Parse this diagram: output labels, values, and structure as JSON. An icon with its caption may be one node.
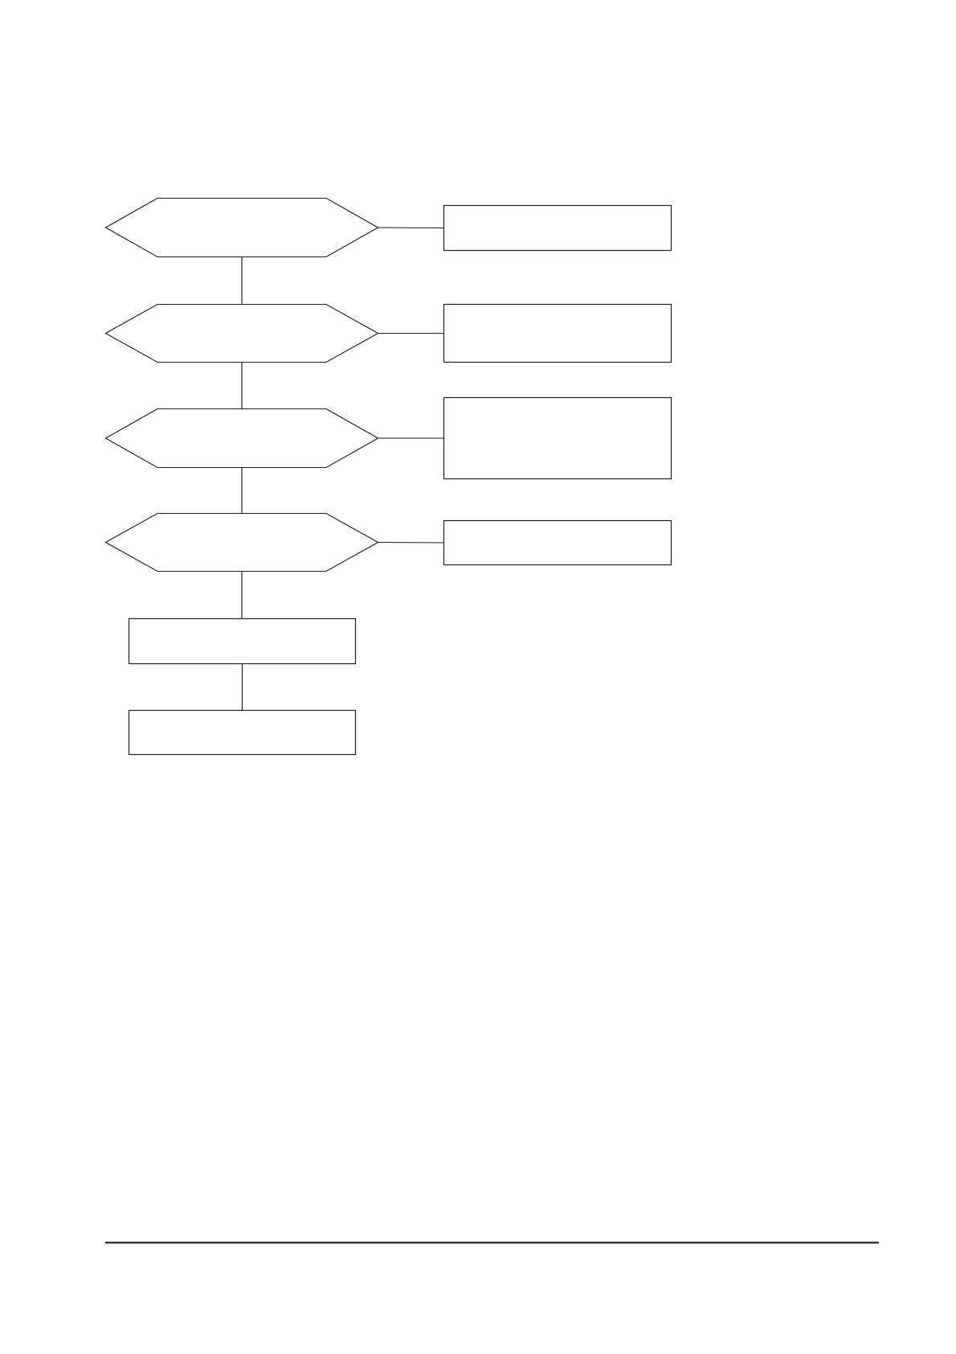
{
  "diagram": {
    "nodes": [
      {
        "text": [],
        "shape": "hexagon"
      },
      {
        "text": [],
        "shape": "box"
      },
      {
        "text": [],
        "shape": "hexagon"
      },
      {
        "text": [],
        "shape": "box"
      },
      {
        "text": [],
        "shape": "hexagon"
      },
      {
        "text": [],
        "shape": "box"
      },
      {
        "text": [],
        "shape": "hexagon"
      },
      {
        "text": [],
        "shape": "box"
      },
      {
        "text": [],
        "shape": "box"
      },
      {
        "text": [],
        "shape": "box"
      }
    ],
    "edges": [
      {
        "from": 0,
        "to": 1,
        "arrow": "none"
      },
      {
        "from": 0,
        "to": 2,
        "arrow": "none"
      },
      {
        "from": 2,
        "to": 3,
        "arrow": "none"
      },
      {
        "from": 2,
        "to": 4,
        "arrow": "none"
      },
      {
        "from": 4,
        "to": 5,
        "arrow": "none"
      },
      {
        "from": 4,
        "to": 6,
        "arrow": "none"
      },
      {
        "from": 6,
        "to": 7,
        "arrow": "none"
      },
      {
        "from": 6,
        "to": 8,
        "arrow": "none"
      },
      {
        "from": 8,
        "to": 9,
        "arrow": "none"
      }
    ]
  }
}
